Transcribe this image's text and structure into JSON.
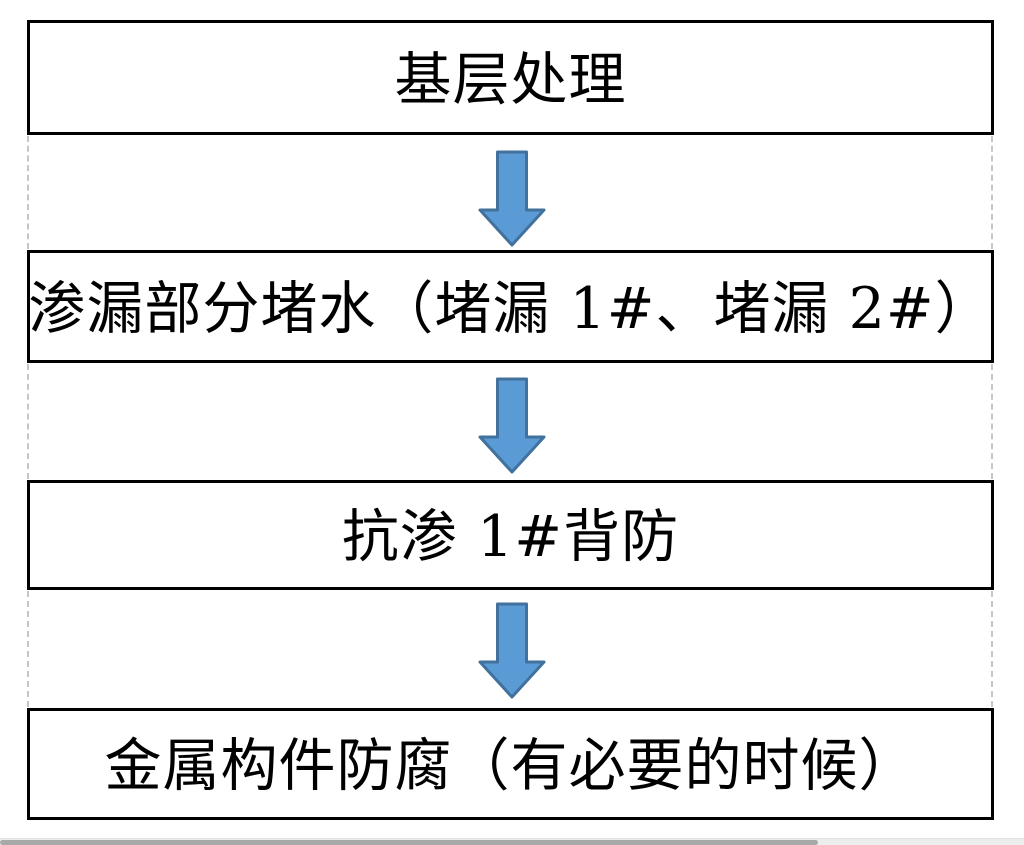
{
  "flowchart": {
    "type": "vertical-flow",
    "steps": [
      {
        "label": "基层处理"
      },
      {
        "label": "渗漏部分堵水（堵漏 1#、堵漏 2#）"
      },
      {
        "label": "抗渗 1#背防"
      },
      {
        "label": "金属构件防腐（有必要的时候）"
      }
    ],
    "connector_icon": "down-block-arrow",
    "colors": {
      "box_border": "#000000",
      "box_background": "#ffffff",
      "text": "#000000",
      "arrow_fill": "#5b9bd5",
      "arrow_outline": "#41719c",
      "gridline_dashed": "#c6c6c6"
    }
  },
  "scrollbar": {
    "orientation": "horizontal",
    "thumb_extent_percent": 80,
    "track_color": "#ededed",
    "thumb_color": "#a8a8a8"
  }
}
